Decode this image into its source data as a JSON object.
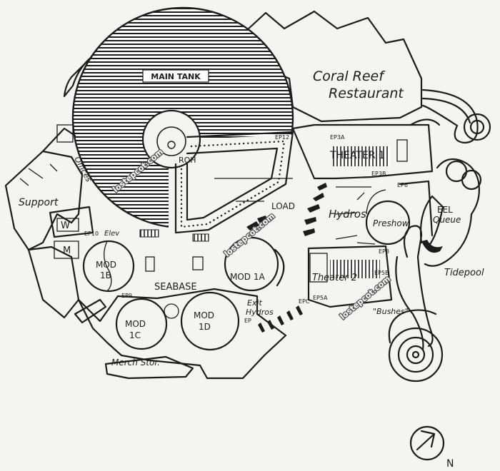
{
  "labels": {
    "main_tank": "MAIN TANK",
    "coral_reef_1": "Coral Reef",
    "coral_reef_2": "Restaurant",
    "theater1": "THEATER 1",
    "theater2": "Theater 2",
    "roh": "ROH",
    "load": "LOAD",
    "hydros": "Hydros",
    "preshow": "Preshow",
    "eel": "EEL",
    "queue": "Queue",
    "tidepool": "Tidepool",
    "bushes": "\"Bushes\"",
    "support": "Support",
    "offices": "Offices",
    "w": "W",
    "m": "M",
    "elev": "Elev",
    "mod1a": "MOD 1A",
    "mod1b_1": "MOD",
    "mod1b_2": "1B",
    "mod1c_1": "MOD",
    "mod1c_2": "1C",
    "mod1d_1": "MOD",
    "mod1d_2": "1D",
    "seabase": "SEABASE",
    "exit_hydros_1": "Exit",
    "exit_hydros_2": "Hydros",
    "merch": "Merch Stor.",
    "ep3a": "EP3A",
    "ep3b": "EP3B",
    "ep5a": "EP5A",
    "ep5b": "EP5B",
    "ep9": "EP9",
    "ep10": "EP10",
    "ep12": "EP12",
    "ep8": "EP8",
    "ep6": "EP6",
    "epc": "EPC",
    "ep": "EP",
    "north": "N"
  },
  "watermark": "lostepcot.com"
}
